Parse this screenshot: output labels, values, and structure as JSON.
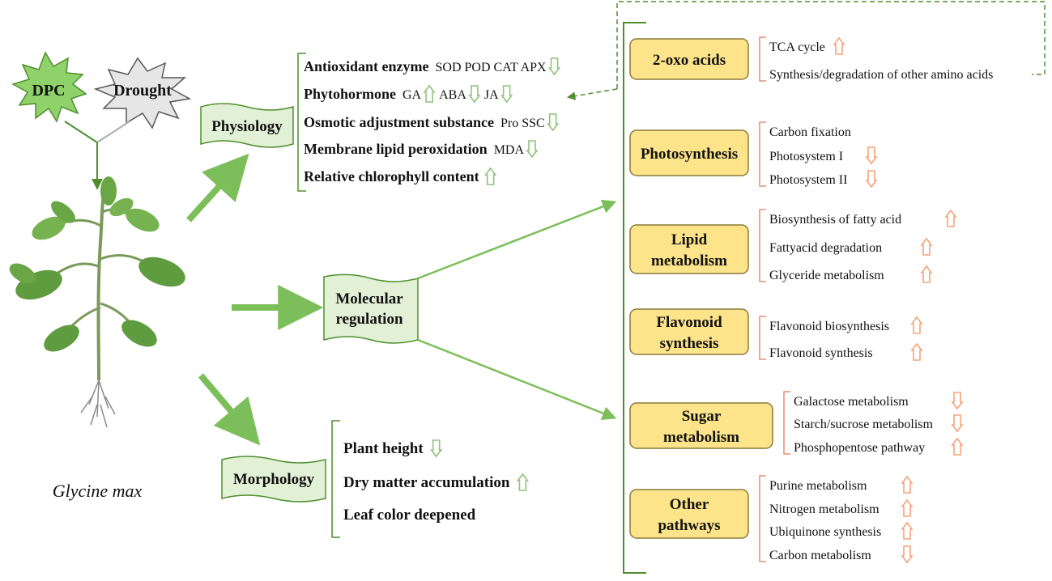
{
  "colors": {
    "green_arrow": "#7cbf5a",
    "green_dark": "#4e8f2d",
    "green_fill": "#e2f1d6",
    "green_burst": "#8fd16a",
    "grey_burst": "#e6e6e6",
    "yellow_fill": "#fde48a",
    "yellow_stroke": "#8a7a3a",
    "up_down_green": "#8fc27a",
    "up_down_orange": "#f5a37a",
    "bracket_orange": "#e07b5a"
  },
  "inputs": {
    "dpc": "DPC",
    "drought": "Drought"
  },
  "plant": {
    "species_label": "Glycine max",
    "icon": "soybean-plant-icon"
  },
  "physiology": {
    "label": "Physiology",
    "items": [
      {
        "title": "Antioxidant enzyme",
        "details": [
          {
            "text": "SOD POD CAT APX",
            "trend": "down"
          }
        ]
      },
      {
        "title": "Phytohormone",
        "details": [
          {
            "text": "GA",
            "trend": "up"
          },
          {
            "text": "ABA",
            "trend": "down"
          },
          {
            "text": "JA",
            "trend": "down"
          }
        ]
      },
      {
        "title": "Osmotic adjustment substance",
        "details": [
          {
            "text": "Pro SSC",
            "trend": "down"
          }
        ]
      },
      {
        "title": "Membrane lipid peroxidation",
        "details": [
          {
            "text": "MDA",
            "trend": "down"
          }
        ]
      },
      {
        "title": "Relative chlorophyll content",
        "details": [
          {
            "text": "",
            "trend": "up"
          }
        ]
      }
    ]
  },
  "molecular": {
    "label_line1": "Molecular",
    "label_line2": "regulation"
  },
  "morphology": {
    "label": "Morphology",
    "items": [
      {
        "title": "Plant height",
        "trend": "down"
      },
      {
        "title": "Dry matter accumulation",
        "trend": "up"
      },
      {
        "title": "Leaf color deepened",
        "trend": "none"
      }
    ]
  },
  "pathways": [
    {
      "label": [
        "2-oxo acids"
      ],
      "items": [
        {
          "text": "TCA cycle",
          "trend": "up"
        },
        {
          "text": "Synthesis/degradation of other amino acids",
          "trend": "none"
        }
      ]
    },
    {
      "label": [
        "Photosynthesis"
      ],
      "items": [
        {
          "text": "Carbon fixation",
          "trend": "none"
        },
        {
          "text": "Photosystem I",
          "trend": "down"
        },
        {
          "text": "Photosystem II",
          "trend": "down"
        }
      ]
    },
    {
      "label": [
        "Lipid",
        "metabolism"
      ],
      "items": [
        {
          "text": "Biosynthesis of fatty acid",
          "trend": "up"
        },
        {
          "text": "Fattyacid degradation",
          "trend": "up"
        },
        {
          "text": "Glyceride metabolism",
          "trend": "up"
        }
      ]
    },
    {
      "label": [
        "Flavonoid",
        "synthesis"
      ],
      "items": [
        {
          "text": "Flavonoid biosynthesis",
          "trend": "up"
        },
        {
          "text": "Flavonoid synthesis",
          "trend": "up"
        }
      ]
    },
    {
      "label": [
        "Sugar",
        "metabolism"
      ],
      "items": [
        {
          "text": "Galactose metabolism",
          "trend": "down"
        },
        {
          "text": "Starch/sucrose metabolism",
          "trend": "down"
        },
        {
          "text": "Phosphopentose pathway",
          "trend": "up"
        }
      ]
    },
    {
      "label": [
        "Other",
        "pathways"
      ],
      "items": [
        {
          "text": "Purine metabolism",
          "trend": "up"
        },
        {
          "text": "Nitrogen metabolism",
          "trend": "up"
        },
        {
          "text": "Ubiquinone synthesis",
          "trend": "up"
        },
        {
          "text": "Carbon metabolism",
          "trend": "down"
        }
      ]
    }
  ]
}
